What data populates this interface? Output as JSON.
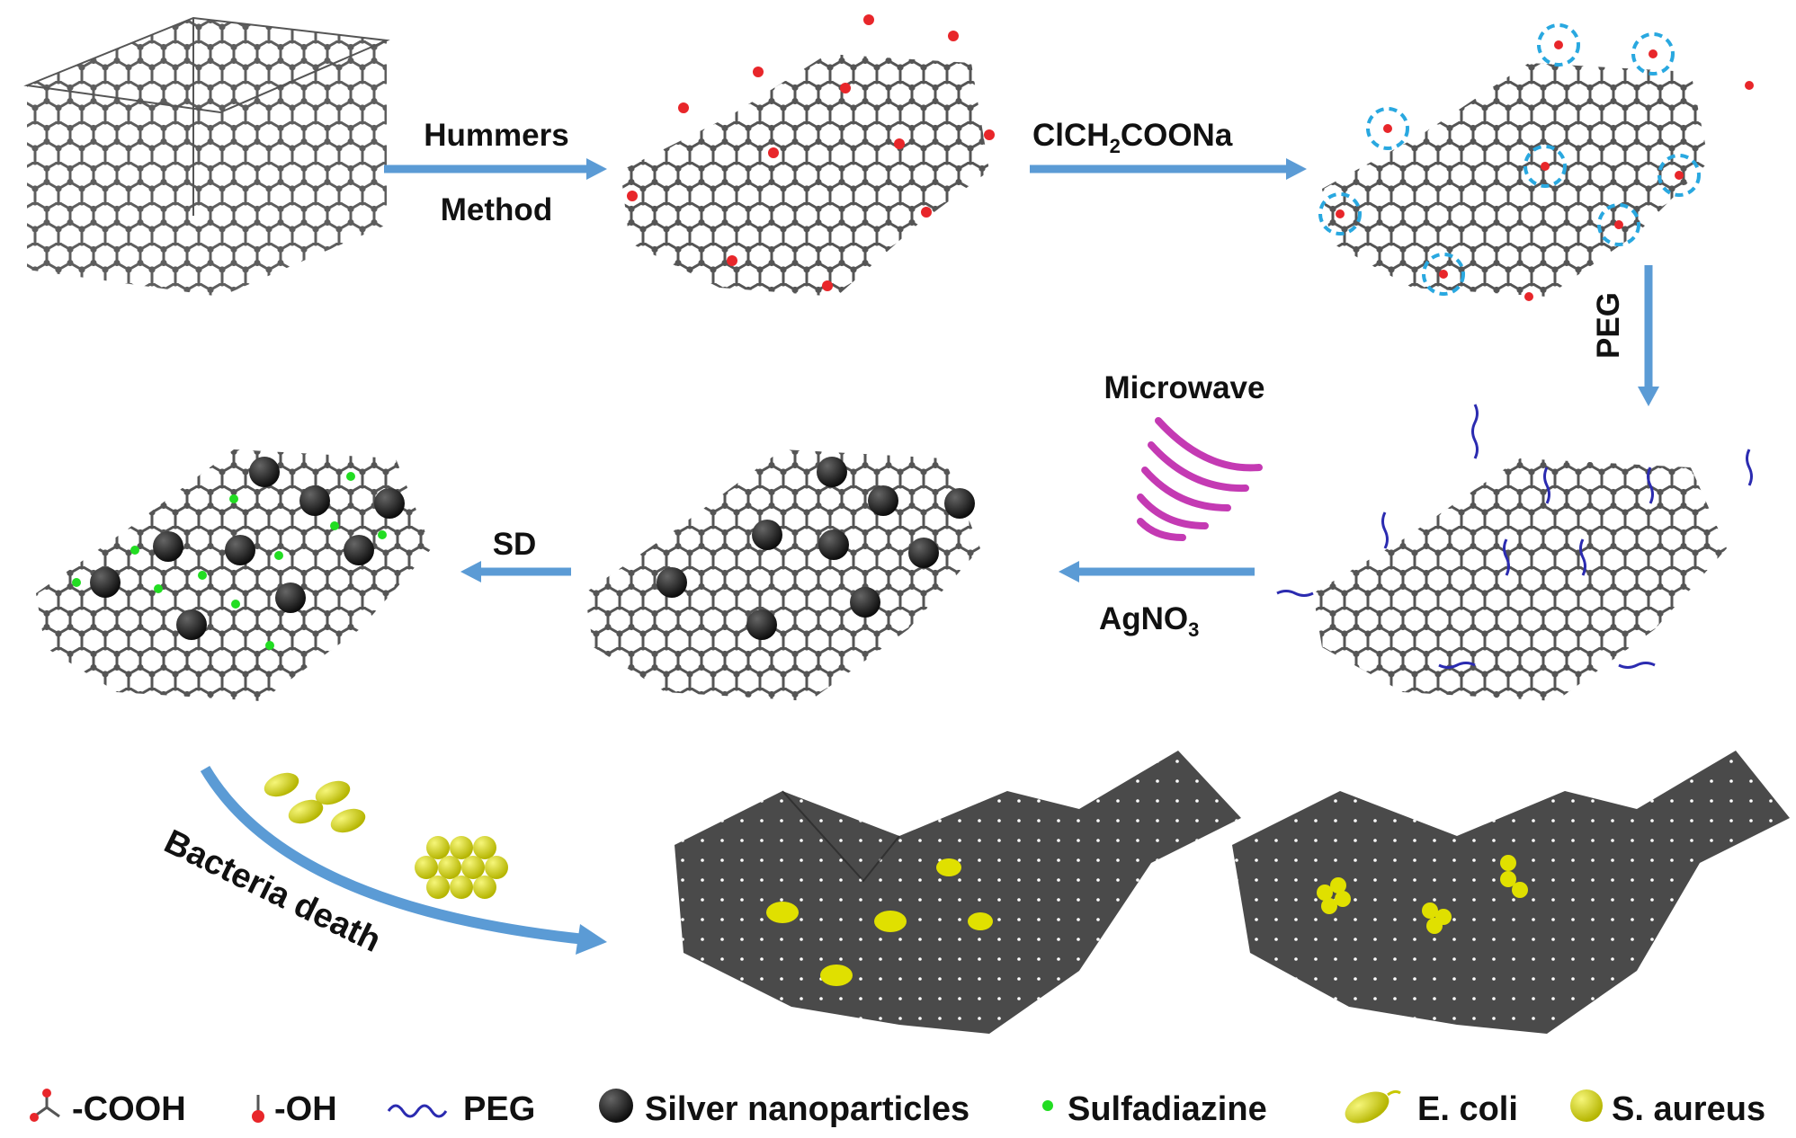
{
  "labels": {
    "hummers": "Hummers",
    "method": "Method",
    "clch2coona_main": "ClCH",
    "clch2coona_sub": "2",
    "clch2coona_tail": "COONa",
    "peg": "PEG",
    "microwave": "Microwave",
    "agno3_main": "AgNO",
    "agno3_sub": "3",
    "sd": "SD",
    "bacteria_death": "Bacteria death"
  },
  "legend": [
    {
      "name": "cooh",
      "text": "-COOH"
    },
    {
      "name": "oh",
      "text": "-OH"
    },
    {
      "name": "peg",
      "text": "PEG"
    },
    {
      "name": "silver",
      "text": "Silver nanoparticles"
    },
    {
      "name": "sulfadiazine",
      "text": "Sulfadiazine"
    },
    {
      "name": "ecoli",
      "text": "E. coli"
    },
    {
      "name": "saureus",
      "text": "S. aureus"
    }
  ],
  "colors": {
    "arrow": "#5b9bd5",
    "lattice": "#555555",
    "oxygen": "#e8262a",
    "peg": "#2b2bb0",
    "silver": "#1a1a1a",
    "sulfadiazine": "#22dd22",
    "microwave": "#c43ab3",
    "bacteria": "#d4d400",
    "highlight": "#29a8e0",
    "membrane": "#444444"
  }
}
